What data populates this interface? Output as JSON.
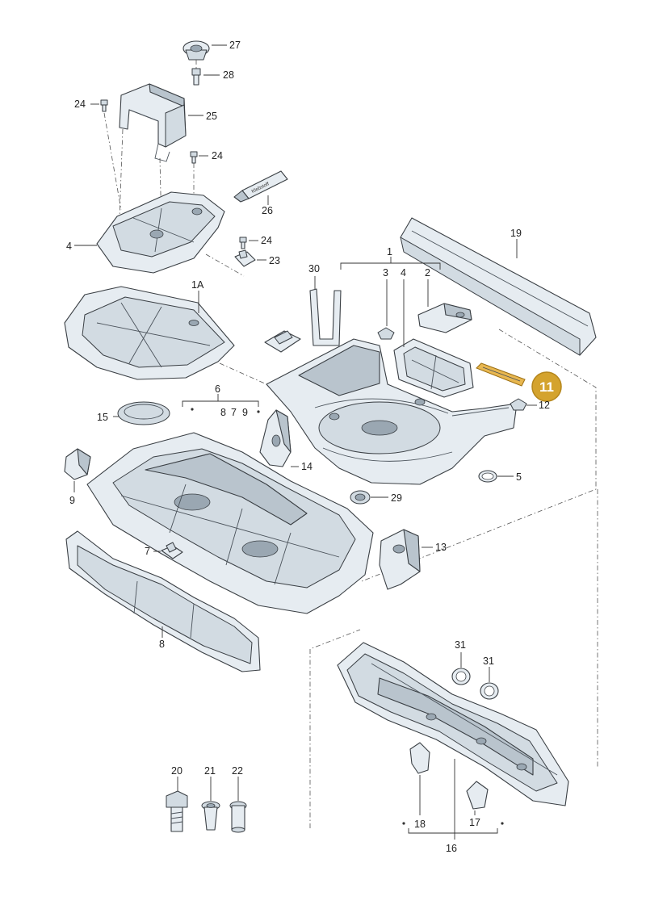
{
  "diagram": {
    "callouts": {
      "p27": "27",
      "p28": "28",
      "p24a": "24",
      "p25": "25",
      "p24b": "24",
      "p26": "26",
      "p4a": "4",
      "p24c": "24",
      "p23": "23",
      "p19": "19",
      "p1A": "1A",
      "p1": "1",
      "p30": "30",
      "p3": "3",
      "p4b": "4",
      "p2": "2",
      "p6": "6",
      "p8a": "8",
      "p7a": "7",
      "p9a": "9",
      "p15": "15",
      "p9b": "9",
      "p14": "14",
      "p12": "12",
      "p5": "5",
      "p29": "29",
      "p13": "13",
      "p7b": "7",
      "p8b": "8",
      "p31a": "31",
      "p31b": "31",
      "p20": "20",
      "p21": "21",
      "p22": "22",
      "p18": "18",
      "p17": "17",
      "p16": "16"
    },
    "highlight": {
      "label": "11",
      "color": "#d4a32e"
    },
    "tube_text": "Klebstoff"
  }
}
